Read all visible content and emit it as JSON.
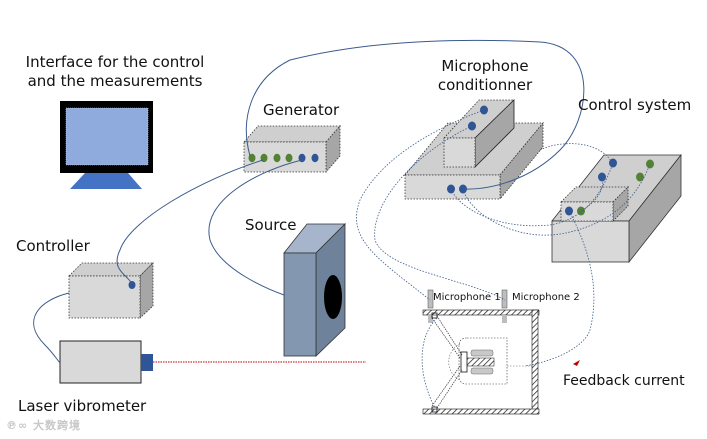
{
  "labels": {
    "interface": [
      "Interface for the control",
      "and the measurements"
    ],
    "generator": "Generator",
    "microphone_conditioner": [
      "Microphone",
      "conditionner"
    ],
    "control_system": "Control system",
    "controller": "Controller",
    "source": "Source",
    "laser_vibrometer": "Laser vibrometer",
    "microphone_1": "Microphone 1",
    "microphone_2": "Microphone 2",
    "feedback_current": "Feedback current"
  },
  "watermark": "℗∞ 大数跨境",
  "colors": {
    "box_front": "#d9d9d9",
    "box_top": "#cfcfcf",
    "box_side": "#a6a6a6",
    "screen": "#8faadc",
    "stand": "#4472c4",
    "speaker_front": "#8497b0",
    "speaker_side": "#6f829c",
    "port_blue": "#2f5597",
    "port_green": "#548235",
    "wire": "#3b5b8c",
    "laser": "#c00000"
  }
}
